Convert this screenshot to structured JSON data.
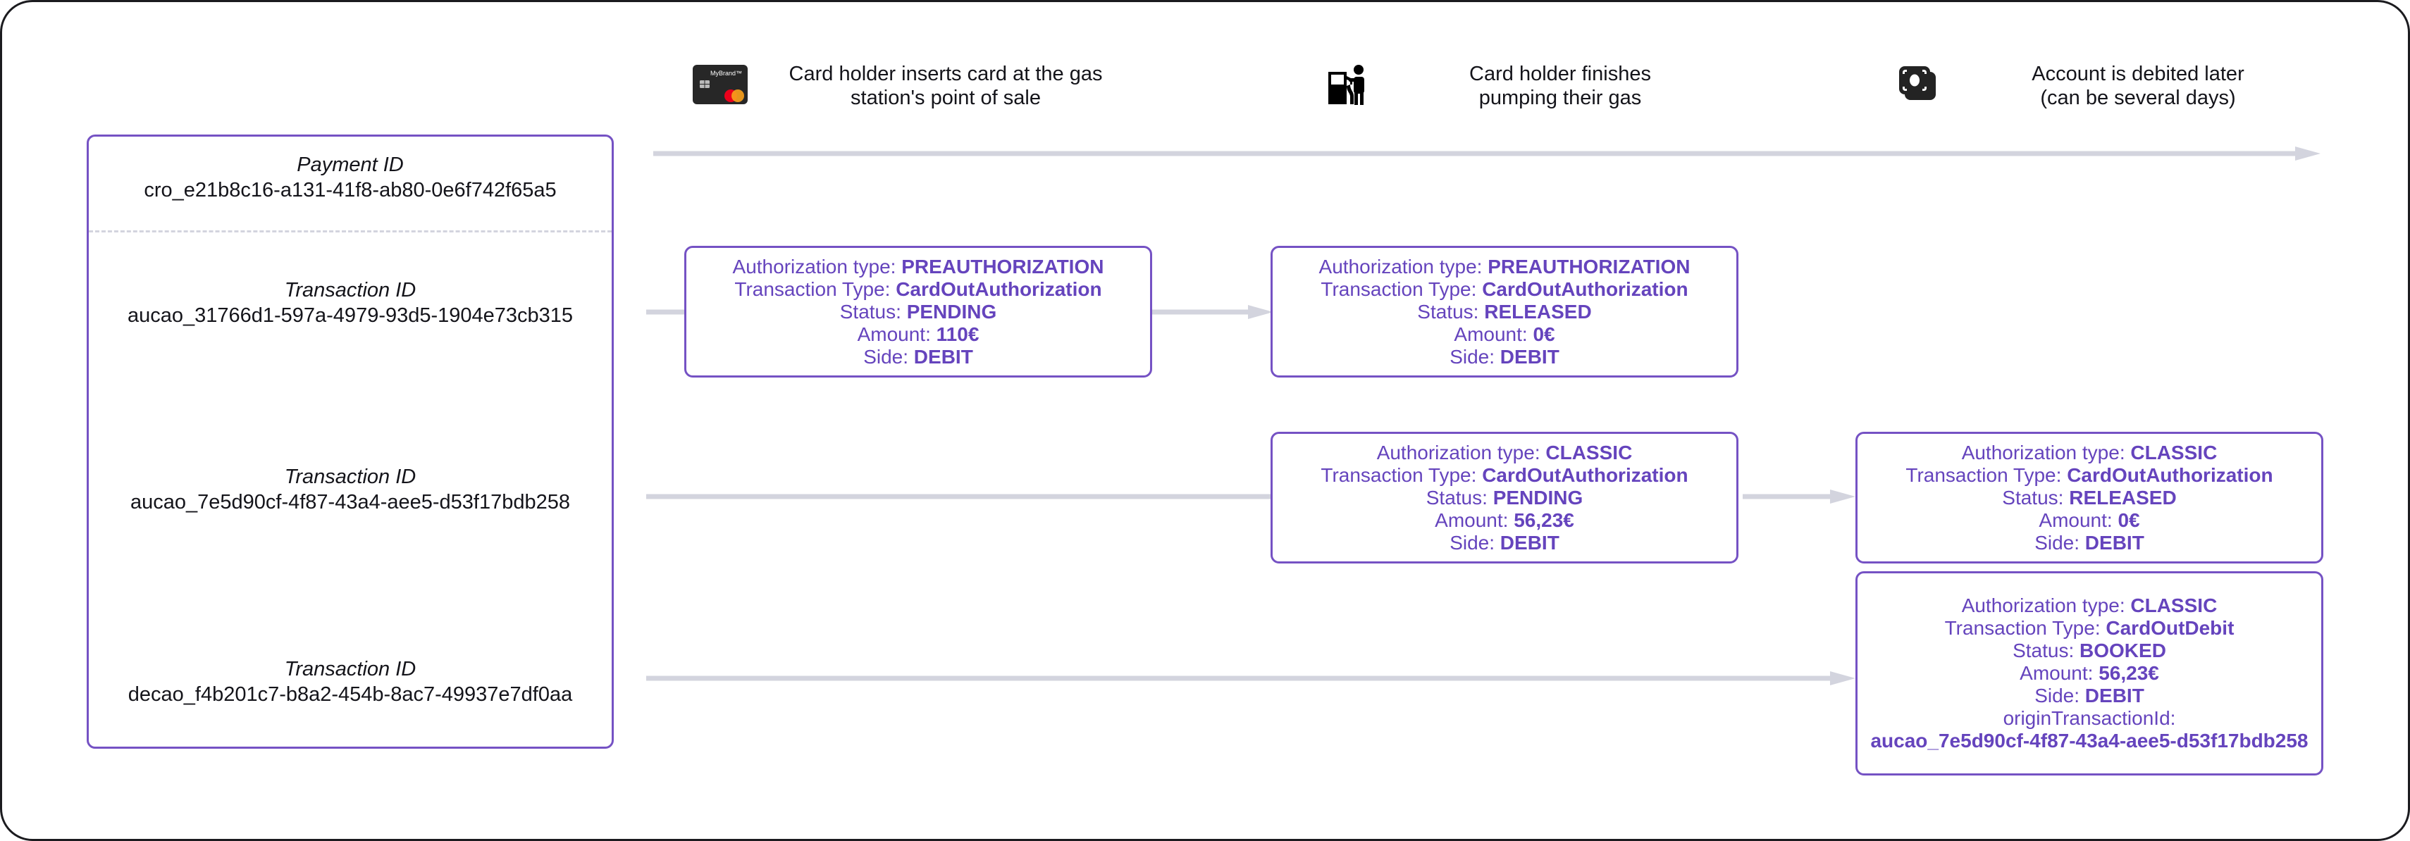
{
  "identifiers": {
    "payment": {
      "label": "Payment ID",
      "value": "cro_e21b8c16-a131-41f8-ab80-0e6f742f65a5"
    },
    "transactions": [
      {
        "label": "Transaction ID",
        "value": "aucao_31766d1-597a-4979-93d5-1904e73cb315"
      },
      {
        "label": "Transaction ID",
        "value": "aucao_7e5d90cf-4f87-43a4-aee5-d53f17bdb258"
      },
      {
        "label": "Transaction ID",
        "value": "decao_f4b201c7-b8a2-454b-8ac7-49937e7df0aa"
      }
    ]
  },
  "timeline": {
    "steps": [
      {
        "icon": "credit-card-icon",
        "caption": "Card holder inserts card at the gas\nstation's point of sale",
        "card_brand_text": "MyBrand™"
      },
      {
        "icon": "gas-pump-person-icon",
        "caption": "Card holder finishes\npumping their gas"
      },
      {
        "icon": "banknotes-icon",
        "caption": "Account is debited later\n(can be several days)"
      }
    ]
  },
  "cards": [
    {
      "id": "preauth-pending",
      "lines": [
        {
          "label": "Authorization type:",
          "value": "PREAUTHORIZATION"
        },
        {
          "label": "Transaction Type:",
          "value": "CardOutAuthorization"
        },
        {
          "label": "Status:",
          "value": "PENDING"
        },
        {
          "label": "Amount:",
          "value": "110€"
        },
        {
          "label": "Side:",
          "value": "DEBIT"
        }
      ]
    },
    {
      "id": "preauth-released",
      "lines": [
        {
          "label": "Authorization type:",
          "value": "PREAUTHORIZATION"
        },
        {
          "label": "Transaction Type:",
          "value": "CardOutAuthorization"
        },
        {
          "label": "Status:",
          "value": "RELEASED"
        },
        {
          "label": "Amount:",
          "value": "0€"
        },
        {
          "label": "Side:",
          "value": "DEBIT"
        }
      ]
    },
    {
      "id": "classic-pending",
      "lines": [
        {
          "label": "Authorization type:",
          "value": "CLASSIC"
        },
        {
          "label": "Transaction Type:",
          "value": "CardOutAuthorization"
        },
        {
          "label": "Status:",
          "value": "PENDING"
        },
        {
          "label": "Amount:",
          "value": "56,23€"
        },
        {
          "label": "Side:",
          "value": "DEBIT"
        }
      ]
    },
    {
      "id": "classic-released",
      "lines": [
        {
          "label": "Authorization type:",
          "value": "CLASSIC"
        },
        {
          "label": "Transaction Type:",
          "value": "CardOutAuthorization"
        },
        {
          "label": "Status:",
          "value": "RELEASED"
        },
        {
          "label": "Amount:",
          "value": "0€"
        },
        {
          "label": "Side:",
          "value": "DEBIT"
        }
      ]
    },
    {
      "id": "classic-booked",
      "lines": [
        {
          "label": "Authorization type:",
          "value": "CLASSIC"
        },
        {
          "label": "Transaction Type:",
          "value": "CardOutDebit"
        },
        {
          "label": "Status:",
          "value": "BOOKED"
        },
        {
          "label": "Amount:",
          "value": "56,23€"
        },
        {
          "label": "Side:",
          "value": "DEBIT"
        }
      ],
      "origin_label": "originTransactionId:",
      "origin_value": "aucao_7e5d90cf-4f87-43a4-aee5-d53f17bdb258"
    }
  ],
  "colors": {
    "accent_purple": "#7552c4",
    "text_purple": "#6544bd",
    "connector_gray": "#d3d4de",
    "frame_dark": "#1b1b1f"
  }
}
